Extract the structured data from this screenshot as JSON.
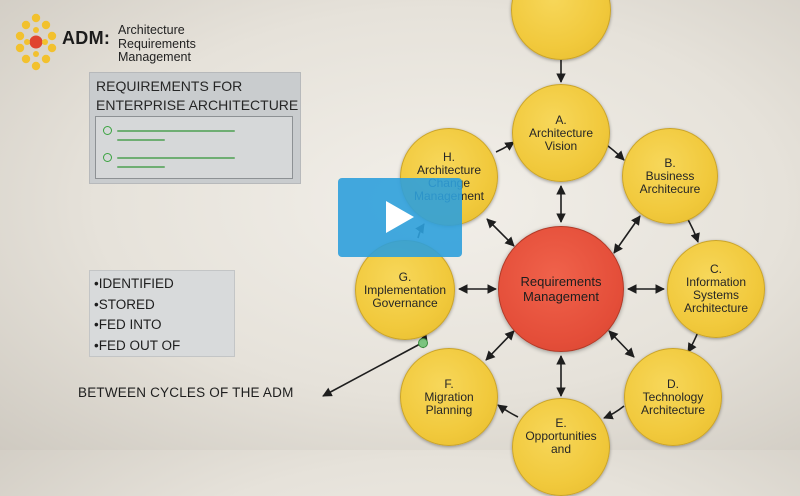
{
  "header": {
    "brand": "ADM:",
    "subtitle_lines": [
      "Architecture",
      "Requirements",
      "Management"
    ]
  },
  "requirements_panel": {
    "title_lines": [
      "REQUIREMENTS FOR",
      "ENTERPRISE ARCHITECTURE"
    ]
  },
  "status_list": {
    "items": [
      "•IDENTIFIED",
      "•STORED",
      "•FED INTO",
      "•FED OUT OF"
    ]
  },
  "caption": "BETWEEN CYCLES OF THE ADM",
  "diagram": {
    "center": {
      "lines": [
        "Requirements",
        "Management"
      ],
      "color": "#e44e39"
    },
    "node_color": "#f1c93c",
    "phases": {
      "preliminary": {
        "lines": []
      },
      "a": {
        "lines": [
          "A.",
          "Architecture",
          "Vision"
        ]
      },
      "b": {
        "lines": [
          "B.",
          "Business",
          "Architecure"
        ]
      },
      "c": {
        "lines": [
          "C.",
          "Information",
          "Systems",
          "Architecture"
        ]
      },
      "d": {
        "lines": [
          "D.",
          "Technology",
          "Architecture"
        ]
      },
      "e": {
        "lines": [
          "E.",
          "Opportunities",
          "and"
        ]
      },
      "f": {
        "lines": [
          "F.",
          "Migration",
          "Planning"
        ]
      },
      "g": {
        "lines": [
          "G.",
          "Implementation",
          "Governance"
        ]
      },
      "h": {
        "lines": [
          "H.",
          "Architecture",
          "Change",
          "Management"
        ]
      }
    }
  },
  "video": {
    "play_icon": "play-icon",
    "color": "#2da0dc"
  }
}
